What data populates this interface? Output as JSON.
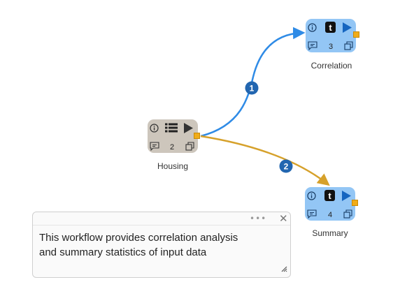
{
  "canvas": {
    "nodes": [
      {
        "id": "housing",
        "label": "Housing",
        "count": "2",
        "type": "data-table",
        "color": "#cdc6bc"
      },
      {
        "id": "correlation",
        "label": "Correlation",
        "count": "3",
        "type": "transform",
        "color": "#93c6f5"
      },
      {
        "id": "summary",
        "label": "Summary",
        "count": "4",
        "type": "transform",
        "color": "#93c6f5"
      }
    ],
    "links": [
      {
        "from": "housing",
        "to": "correlation",
        "badge": "1",
        "color": "#2f8be6"
      },
      {
        "from": "housing",
        "to": "summary",
        "badge": "2",
        "color": "#d6a12b"
      }
    ],
    "port_color": "#f0ac19",
    "badge_color": "#2266b0"
  },
  "note": {
    "text": "This workflow provides correlation analysis\nand summary statistics of input data"
  }
}
